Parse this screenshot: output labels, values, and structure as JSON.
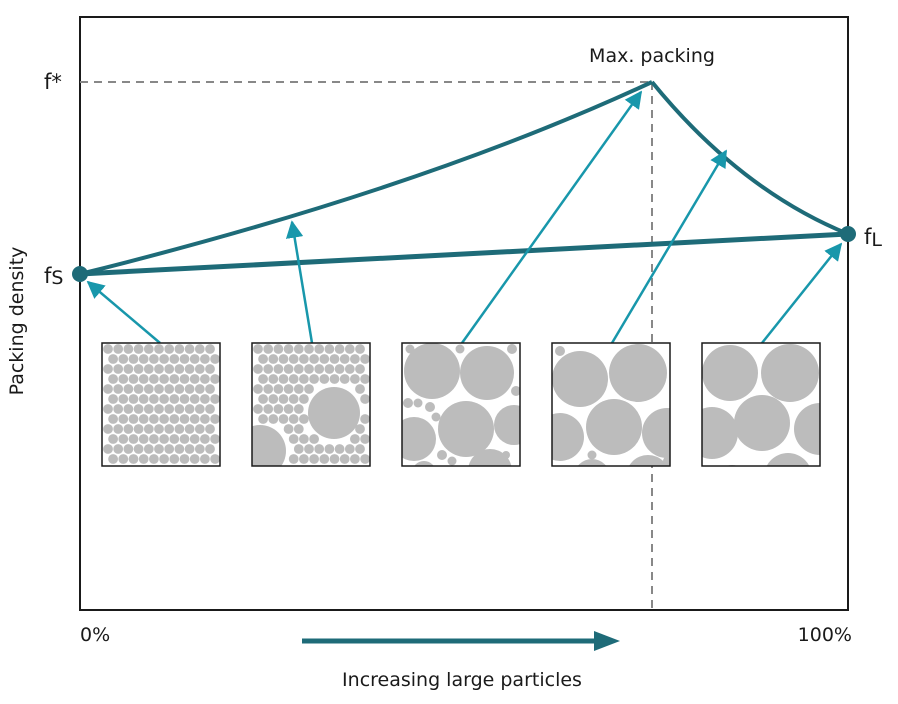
{
  "labels": {
    "y_axis": "Packing density",
    "x_axis": "Increasing large particles",
    "x_min": "0%",
    "x_max": "100%",
    "f_star": "f*",
    "fs_main": "f",
    "fs_sub": "S",
    "fl_main": "f",
    "fl_sub": "L",
    "max_packing": "Max. packing"
  },
  "colors": {
    "curve": "#1e6b78",
    "arrow": "#1897ab",
    "particle": "#bcbcbc",
    "frame": "#1a1a1a",
    "guide": "#888888"
  },
  "panels": [
    {
      "name": "only-small-particles"
    },
    {
      "name": "few-large-particles"
    },
    {
      "name": "balanced-mixture"
    },
    {
      "name": "mostly-large-particles"
    },
    {
      "name": "only-large-particles"
    }
  ]
}
